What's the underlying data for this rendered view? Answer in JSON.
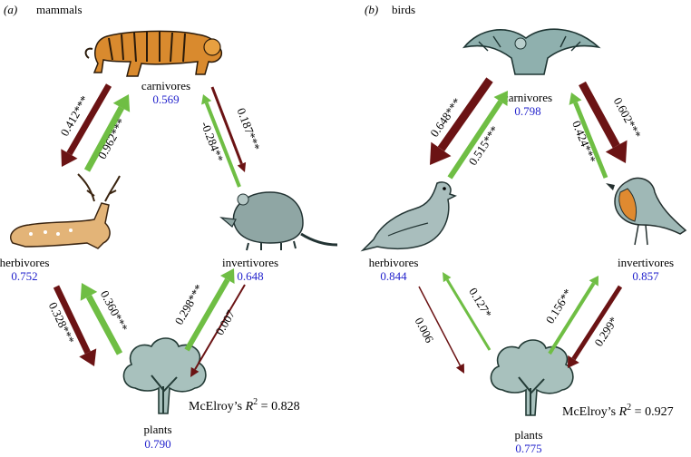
{
  "colors": {
    "green": "#6fbe44",
    "maroon": "#6b1314",
    "blue": "#2222cc",
    "text": "#111111",
    "tree_fill": "#a8c1bd",
    "tree_stroke": "#233b36"
  },
  "panel_a": {
    "label": "(a)",
    "title": "mammals",
    "nodes": {
      "carnivores": {
        "name": "carnivores",
        "value": "0.569",
        "icon": "tiger-icon"
      },
      "herbivores": {
        "name": "herbivores",
        "value": "0.752",
        "icon": "deer-icon"
      },
      "invertivores": {
        "name": "invertivores",
        "value": "0.648",
        "icon": "shrew-icon"
      },
      "plants": {
        "name": "plants",
        "value": "0.790",
        "icon": "tree-icon"
      }
    },
    "arrows": [
      {
        "from": "carnivores",
        "to": "herbivores",
        "label": "0.412***",
        "color": "maroon"
      },
      {
        "from": "herbivores",
        "to": "carnivores",
        "label": "0.962***",
        "color": "green"
      },
      {
        "from": "invertivores",
        "to": "carnivores",
        "label": "-0.284**",
        "color": "green"
      },
      {
        "from": "carnivores",
        "to": "invertivores",
        "label": "0.187***",
        "color": "maroon"
      },
      {
        "from": "herbivores",
        "to": "plants",
        "label": "0.328***",
        "color": "maroon"
      },
      {
        "from": "plants",
        "to": "herbivores",
        "label": "0.360***",
        "color": "green"
      },
      {
        "from": "plants",
        "to": "invertivores",
        "label": "0.298***",
        "color": "green"
      },
      {
        "from": "invertivores",
        "to": "plants",
        "label": "0.007",
        "color": "maroon"
      }
    ],
    "r2_prefix": "McElroy’s",
    "r2_symbol": "R",
    "r2_exp": "2",
    "r2_value": "= 0.828"
  },
  "panel_b": {
    "label": "(b)",
    "title": "birds",
    "nodes": {
      "carnivores": {
        "name": "carnivores",
        "value": "0.798",
        "icon": "eagle-icon"
      },
      "herbivores": {
        "name": "herbivores",
        "value": "0.844",
        "icon": "dove-icon"
      },
      "invertivores": {
        "name": "invertivores",
        "value": "0.857",
        "icon": "robin-icon"
      },
      "plants": {
        "name": "plants",
        "value": "0.775",
        "icon": "tree-icon"
      }
    },
    "arrows": [
      {
        "from": "carnivores",
        "to": "herbivores",
        "label": "0.648***",
        "color": "maroon"
      },
      {
        "from": "herbivores",
        "to": "carnivores",
        "label": "0.515***",
        "color": "green"
      },
      {
        "from": "invertivores",
        "to": "carnivores",
        "label": "0.424***",
        "color": "green"
      },
      {
        "from": "carnivores",
        "to": "invertivores",
        "label": "0.602***",
        "color": "maroon"
      },
      {
        "from": "herbivores",
        "to": "plants",
        "label": "0.006",
        "color": "maroon"
      },
      {
        "from": "plants",
        "to": "herbivores",
        "label": "0.127*",
        "color": "green"
      },
      {
        "from": "plants",
        "to": "invertivores",
        "label": "0.156**",
        "color": "green"
      },
      {
        "from": "invertivores",
        "to": "plants",
        "label": "0.299*",
        "color": "maroon"
      }
    ],
    "r2_prefix": "McElroy’s",
    "r2_symbol": "R",
    "r2_exp": "2",
    "r2_value": "= 0.927"
  }
}
